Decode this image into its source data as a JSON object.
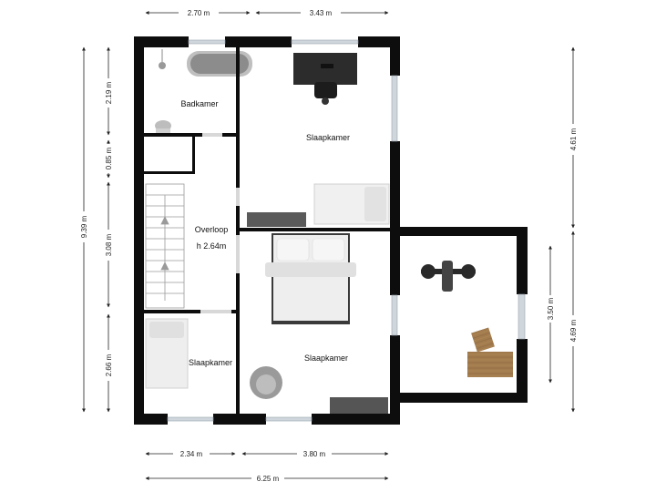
{
  "dimensions": {
    "top": [
      "2.70 m",
      "3.43 m"
    ],
    "bottom_rooms": [
      "2.34 m",
      "3.80 m"
    ],
    "bottom_total": "6.25 m",
    "left_total": "9.39 m",
    "left_parts": [
      "2.19 m",
      "0.85 m",
      "3.08 m",
      "2.66 m"
    ],
    "right_upper": "4.61 m",
    "right_lower": "4.69 m",
    "right_inner": "3.50 m"
  },
  "rooms": {
    "bathroom": "Badkamer",
    "bedroom_top": "Slaapkamer",
    "landing": "Overloop",
    "landing_height": "h 2.64m",
    "bedroom_middle": "Slaapkamer",
    "bedroom_bottom_left": "Slaapkamer"
  },
  "colors": {
    "wall": "#0d0d0d",
    "window": "#cfd6dc",
    "furniture": "#e6e6e6",
    "wood": "#a37c4e",
    "dark_furniture": "#3a3a3a"
  }
}
